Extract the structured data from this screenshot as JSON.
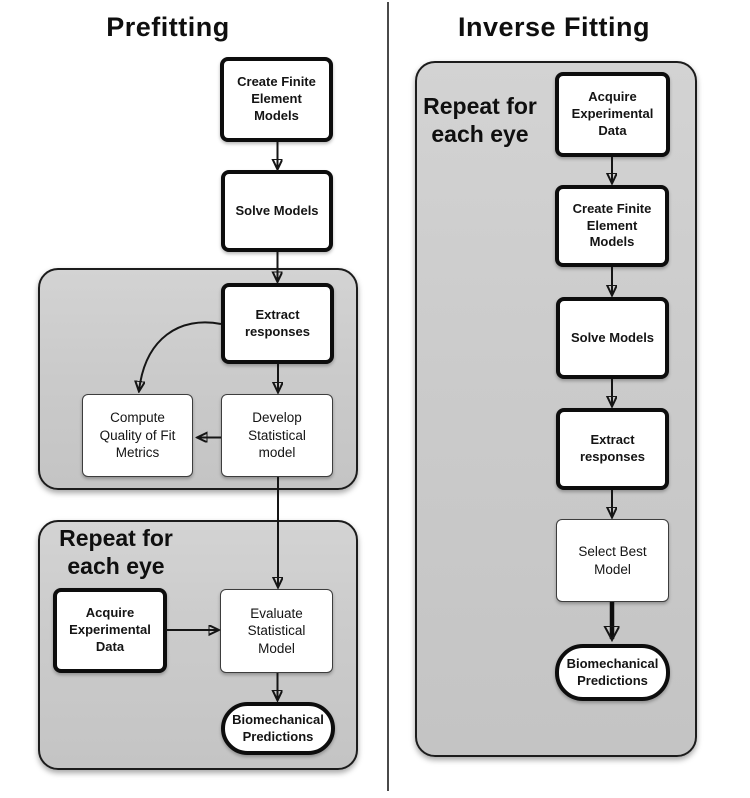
{
  "colors": {
    "background": "#ffffff",
    "panel_fill": "#cbcbcb",
    "panel_border": "#1c1c1c",
    "node_border_bold": "#0d0d0d",
    "node_border_thin": "#3d3d3d",
    "arrow": "#151515",
    "text": "#111111"
  },
  "left": {
    "title": "Prefitting",
    "repeat_label": "Repeat for\neach eye",
    "nodes": [
      {
        "id": "create-finite-element-models",
        "text": "Create Finite\nElement\nModels",
        "style": "bold-box"
      },
      {
        "id": "solve-models",
        "text": "Solve Models",
        "style": "bold-box"
      },
      {
        "id": "extract-responses",
        "text": "Extract\nresponses",
        "style": "bold-box"
      },
      {
        "id": "compute-quality-of-fit-metrics",
        "text": "Compute\nQuality of Fit\nMetrics",
        "style": "plain-box"
      },
      {
        "id": "develop-statistical-model",
        "text": "Develop\nStatistical\nmodel",
        "style": "plain-box"
      },
      {
        "id": "acquire-experimental-data",
        "text": "Acquire\nExperimental\nData",
        "style": "bold-box"
      },
      {
        "id": "evaluate-statistical-model",
        "text": "Evaluate\nStatistical\nModel",
        "style": "plain-box"
      },
      {
        "id": "biomechanical-predictions",
        "text": "Biomechanical\nPredictions",
        "style": "bold-pill"
      }
    ],
    "edges": [
      {
        "from": "create-finite-element-models",
        "to": "solve-models",
        "style": "normal"
      },
      {
        "from": "solve-models",
        "to": "extract-responses",
        "style": "normal"
      },
      {
        "from": "extract-responses",
        "to": "develop-statistical-model",
        "style": "normal"
      },
      {
        "from": "extract-responses",
        "to": "compute-quality-of-fit-metrics",
        "style": "curved"
      },
      {
        "from": "develop-statistical-model",
        "to": "compute-quality-of-fit-metrics",
        "style": "normal"
      },
      {
        "from": "develop-statistical-model",
        "to": "evaluate-statistical-model",
        "style": "normal"
      },
      {
        "from": "acquire-experimental-data",
        "to": "evaluate-statistical-model",
        "style": "normal"
      },
      {
        "from": "evaluate-statistical-model",
        "to": "biomechanical-predictions",
        "style": "normal"
      }
    ]
  },
  "right": {
    "title": "Inverse Fitting",
    "repeat_label": "Repeat for\neach eye",
    "nodes": [
      {
        "id": "acquire-experimental-data",
        "text": "Acquire\nExperimental\nData",
        "style": "bold-box"
      },
      {
        "id": "create-finite-element-models",
        "text": "Create Finite\nElement\nModels",
        "style": "bold-box"
      },
      {
        "id": "solve-models",
        "text": "Solve Models",
        "style": "bold-box"
      },
      {
        "id": "extract-responses",
        "text": "Extract\nresponses",
        "style": "bold-box"
      },
      {
        "id": "select-best-model",
        "text": "Select Best\nModel",
        "style": "plain-box"
      },
      {
        "id": "biomechanical-predictions",
        "text": "Biomechanical\nPredictions",
        "style": "bold-pill"
      }
    ],
    "edges": [
      {
        "from": "acquire-experimental-data",
        "to": "create-finite-element-models",
        "style": "normal"
      },
      {
        "from": "create-finite-element-models",
        "to": "solve-models",
        "style": "normal"
      },
      {
        "from": "solve-models",
        "to": "extract-responses",
        "style": "normal"
      },
      {
        "from": "extract-responses",
        "to": "select-best-model",
        "style": "normal"
      },
      {
        "from": "select-best-model",
        "to": "biomechanical-predictions",
        "style": "thick"
      }
    ]
  }
}
